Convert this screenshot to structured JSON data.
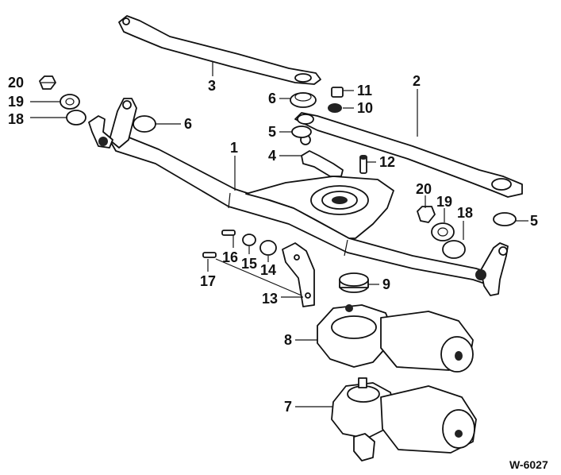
{
  "figure_code": "W-6027",
  "callouts": [
    {
      "id": "c1",
      "label": "1"
    },
    {
      "id": "c2",
      "label": "2"
    },
    {
      "id": "c3",
      "label": "3"
    },
    {
      "id": "c4",
      "label": "4"
    },
    {
      "id": "c5a",
      "label": "5"
    },
    {
      "id": "c5b",
      "label": "5"
    },
    {
      "id": "c6a",
      "label": "6"
    },
    {
      "id": "c6b",
      "label": "6"
    },
    {
      "id": "c7",
      "label": "7"
    },
    {
      "id": "c8",
      "label": "8"
    },
    {
      "id": "c9",
      "label": "9"
    },
    {
      "id": "c10",
      "label": "10"
    },
    {
      "id": "c11",
      "label": "11"
    },
    {
      "id": "c12",
      "label": "12"
    },
    {
      "id": "c13",
      "label": "13"
    },
    {
      "id": "c14",
      "label": "14"
    },
    {
      "id": "c15",
      "label": "15"
    },
    {
      "id": "c16",
      "label": "16"
    },
    {
      "id": "c17",
      "label": "17"
    },
    {
      "id": "c18a",
      "label": "18"
    },
    {
      "id": "c18b",
      "label": "18"
    },
    {
      "id": "c19a",
      "label": "19"
    },
    {
      "id": "c19b",
      "label": "19"
    },
    {
      "id": "c20a",
      "label": "20"
    },
    {
      "id": "c20b",
      "label": "20"
    }
  ]
}
